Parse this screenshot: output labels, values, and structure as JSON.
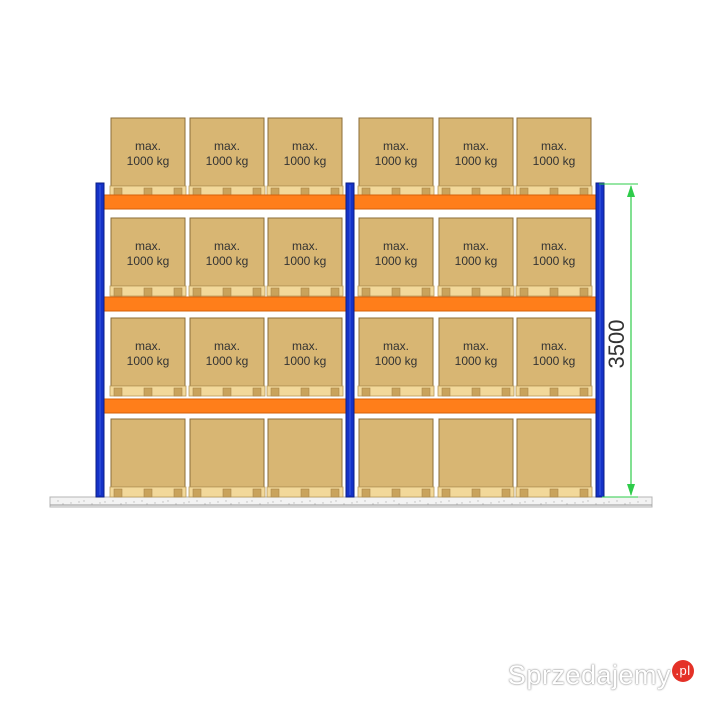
{
  "diagram": {
    "box_label_line1": "max.",
    "box_label_line2": "1000 kg",
    "height_dimension": "3500",
    "bays": 2,
    "boxes_per_bay": 3,
    "levels": 4,
    "labeled_levels": 3
  },
  "colors": {
    "upright": "#1432c8",
    "beam": "#ff7e1a",
    "box_face": "#d8b673",
    "box_edge": "#8b6d3a",
    "pallet": "#f2d89a",
    "dimension_line": "#2ecc4a"
  },
  "watermark": {
    "brand": "Sprzedajemy",
    "suffix": ".pl"
  }
}
